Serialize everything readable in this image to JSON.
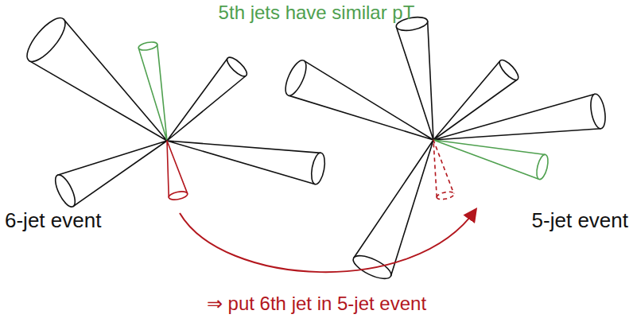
{
  "diagram": {
    "labels": [
      "5th jets have similar pT",
      "6-jet event",
      "5-jet event",
      "⇒ put 6th jet in 5-jet event"
    ]
  }
}
